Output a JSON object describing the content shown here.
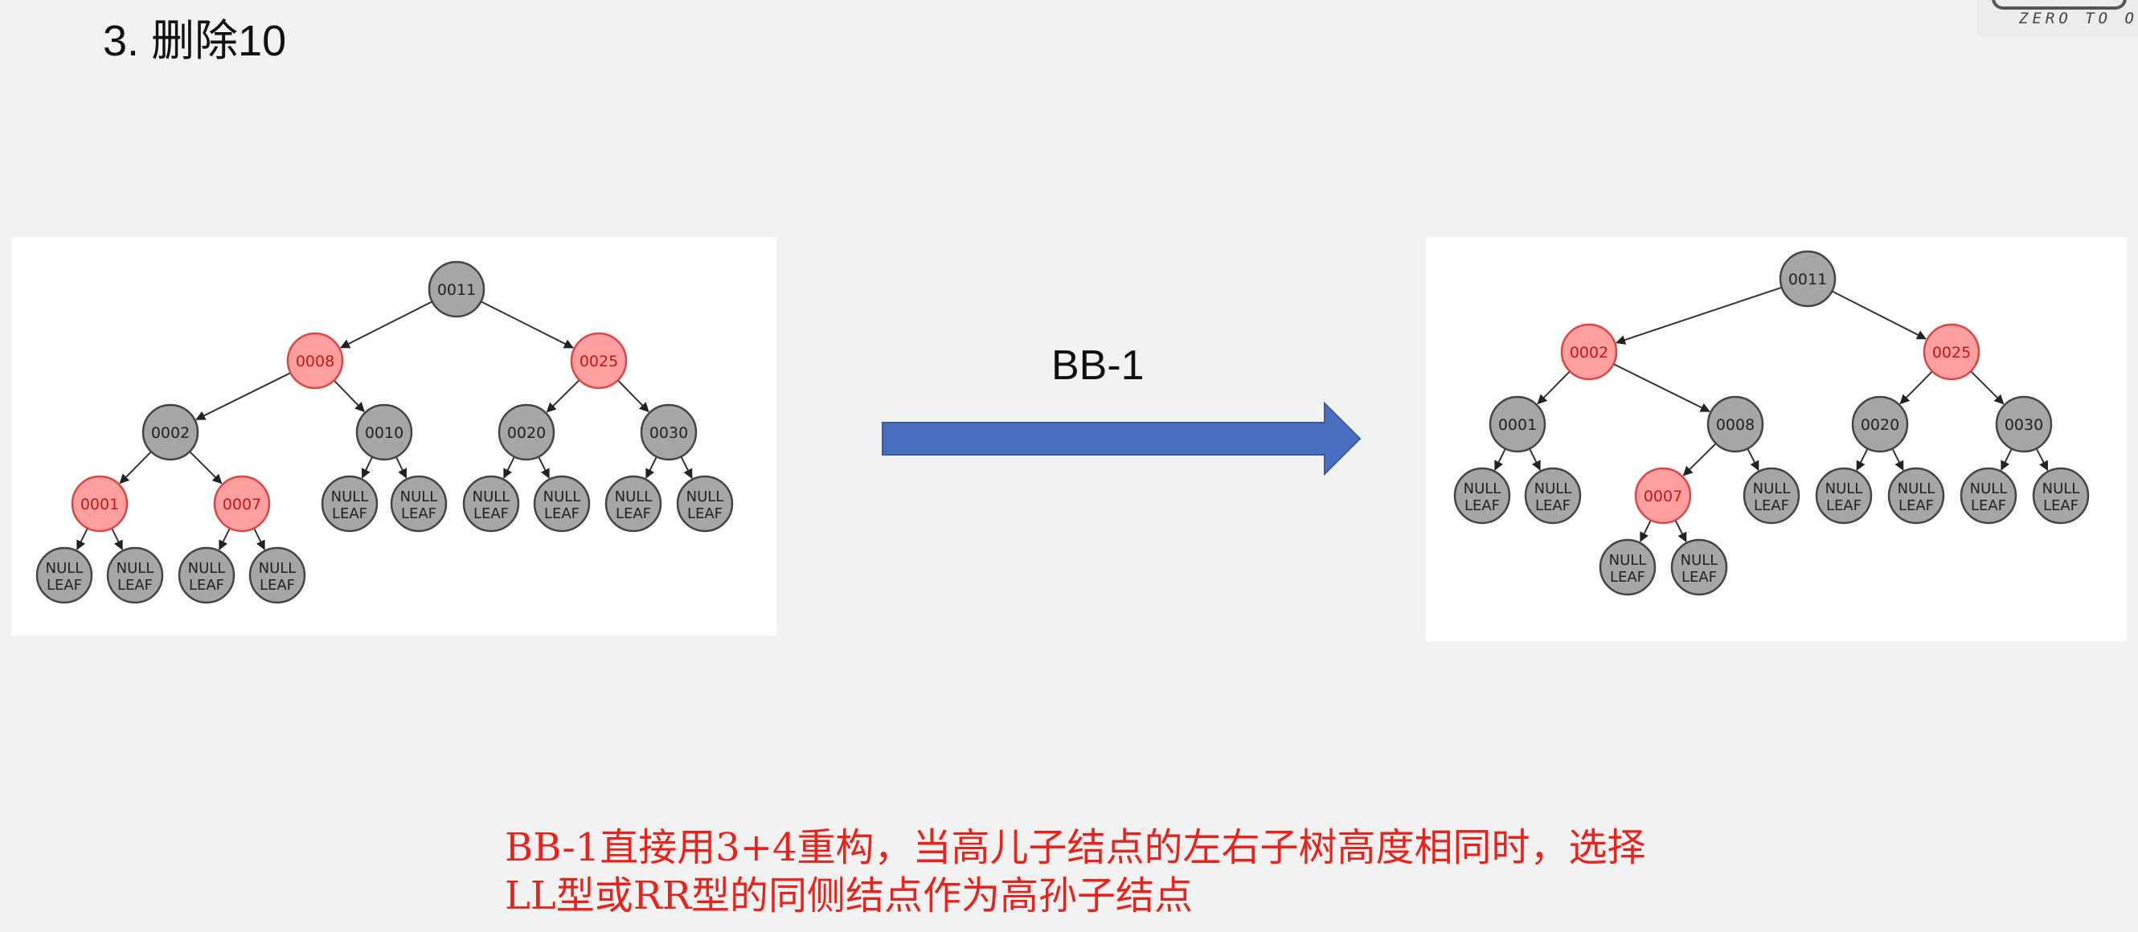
{
  "page": {
    "title": "3. 删除10",
    "logo_text": "ZERO TO O"
  },
  "colors": {
    "black_node": "#a6a6a6",
    "red_node": "#ff9f9f",
    "arrow_fill": "#4a6fc0",
    "note_text": "#e8231c"
  },
  "transition": {
    "label": "BB-1"
  },
  "tree_before": {
    "nodes": [
      {
        "id": "n11",
        "label": "0011",
        "color": "black"
      },
      {
        "id": "n8",
        "label": "0008",
        "color": "red",
        "parent": "n11"
      },
      {
        "id": "n25",
        "label": "0025",
        "color": "red",
        "parent": "n11"
      },
      {
        "id": "n2",
        "label": "0002",
        "color": "black",
        "parent": "n8"
      },
      {
        "id": "n10",
        "label": "0010",
        "color": "black",
        "parent": "n8"
      },
      {
        "id": "n20",
        "label": "0020",
        "color": "black",
        "parent": "n25"
      },
      {
        "id": "n30",
        "label": "0030",
        "color": "black",
        "parent": "n25"
      },
      {
        "id": "n1",
        "label": "0001",
        "color": "red",
        "parent": "n2"
      },
      {
        "id": "n7",
        "label": "0007",
        "color": "red",
        "parent": "n2"
      },
      {
        "id": "l10a",
        "label": "NULL LEAF",
        "color": "black",
        "parent": "n10"
      },
      {
        "id": "l10b",
        "label": "NULL LEAF",
        "color": "black",
        "parent": "n10"
      },
      {
        "id": "l20a",
        "label": "NULL LEAF",
        "color": "black",
        "parent": "n20"
      },
      {
        "id": "l20b",
        "label": "NULL LEAF",
        "color": "black",
        "parent": "n20"
      },
      {
        "id": "l30a",
        "label": "NULL LEAF",
        "color": "black",
        "parent": "n30"
      },
      {
        "id": "l30b",
        "label": "NULL LEAF",
        "color": "black",
        "parent": "n30"
      },
      {
        "id": "l1a",
        "label": "NULL LEAF",
        "color": "black",
        "parent": "n1"
      },
      {
        "id": "l1b",
        "label": "NULL LEAF",
        "color": "black",
        "parent": "n1"
      },
      {
        "id": "l7a",
        "label": "NULL LEAF",
        "color": "black",
        "parent": "n7"
      },
      {
        "id": "l7b",
        "label": "NULL LEAF",
        "color": "black",
        "parent": "n7"
      }
    ]
  },
  "tree_after": {
    "nodes": [
      {
        "id": "m11",
        "label": "0011",
        "color": "black"
      },
      {
        "id": "m2",
        "label": "0002",
        "color": "red",
        "parent": "m11"
      },
      {
        "id": "m25",
        "label": "0025",
        "color": "red",
        "parent": "m11"
      },
      {
        "id": "m1",
        "label": "0001",
        "color": "black",
        "parent": "m2"
      },
      {
        "id": "m8",
        "label": "0008",
        "color": "black",
        "parent": "m2"
      },
      {
        "id": "m20",
        "label": "0020",
        "color": "black",
        "parent": "m25"
      },
      {
        "id": "m30",
        "label": "0030",
        "color": "black",
        "parent": "m25"
      },
      {
        "id": "k1a",
        "label": "NULL LEAF",
        "color": "black",
        "parent": "m1"
      },
      {
        "id": "k1b",
        "label": "NULL LEAF",
        "color": "black",
        "parent": "m1"
      },
      {
        "id": "m7",
        "label": "0007",
        "color": "red",
        "parent": "m8"
      },
      {
        "id": "k8b",
        "label": "NULL LEAF",
        "color": "black",
        "parent": "m8"
      },
      {
        "id": "k20a",
        "label": "NULL LEAF",
        "color": "black",
        "parent": "m20"
      },
      {
        "id": "k20b",
        "label": "NULL LEAF",
        "color": "black",
        "parent": "m20"
      },
      {
        "id": "k30a",
        "label": "NULL LEAF",
        "color": "black",
        "parent": "m30"
      },
      {
        "id": "k30b",
        "label": "NULL LEAF",
        "color": "black",
        "parent": "m30"
      },
      {
        "id": "k7a",
        "label": "NULL LEAF",
        "color": "black",
        "parent": "m7"
      },
      {
        "id": "k7b",
        "label": "NULL LEAF",
        "color": "black",
        "parent": "m7"
      }
    ]
  },
  "note": {
    "line1": "BB-1直接用3+4重构，当高儿子结点的左右子树高度相同时，选择",
    "line2": "LL型或RR型的同侧结点作为高孙子结点"
  }
}
